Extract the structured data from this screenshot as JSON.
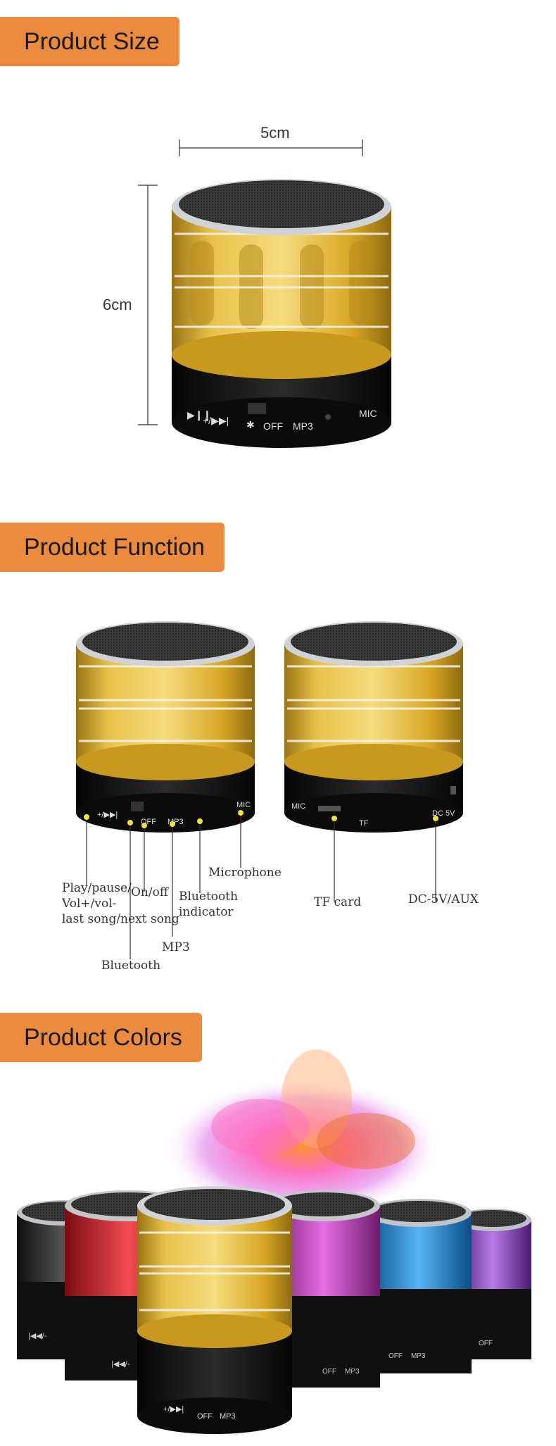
{
  "sections": {
    "size": "Product Size",
    "function": "Product Function",
    "colors": "Product Colors"
  },
  "dimensions": {
    "width": "5cm",
    "height": "6cm"
  },
  "speaker_labels": {
    "play": "▶❙❙",
    "vol": "+/▶▶|",
    "off": "OFF",
    "mp3": "MP3",
    "mic": "MIC",
    "tf": "TF",
    "dc": "DC 5V",
    "prev": "|◀◀/-"
  },
  "callouts": {
    "play_line1": "Play/pause/",
    "play_line2": "Vol+/vol-",
    "play_line3": "last song/next song",
    "onoff": "On/off",
    "bt_ind_line1": "Bluetooth",
    "bt_ind_line2": "indicator",
    "microphone": "Microphone",
    "mp3": "MP3",
    "bluetooth": "Bluetooth",
    "tf_card": "TF card",
    "dc": "DC-5V/AUX"
  },
  "colors": {
    "accent": "#ec8a3d",
    "gold": "#d9ac2c",
    "black": "#2a2a2a",
    "red": "#d6202a",
    "magenta": "#c238c0",
    "blue": "#1e88d8",
    "purple": "#8d3ec6"
  }
}
